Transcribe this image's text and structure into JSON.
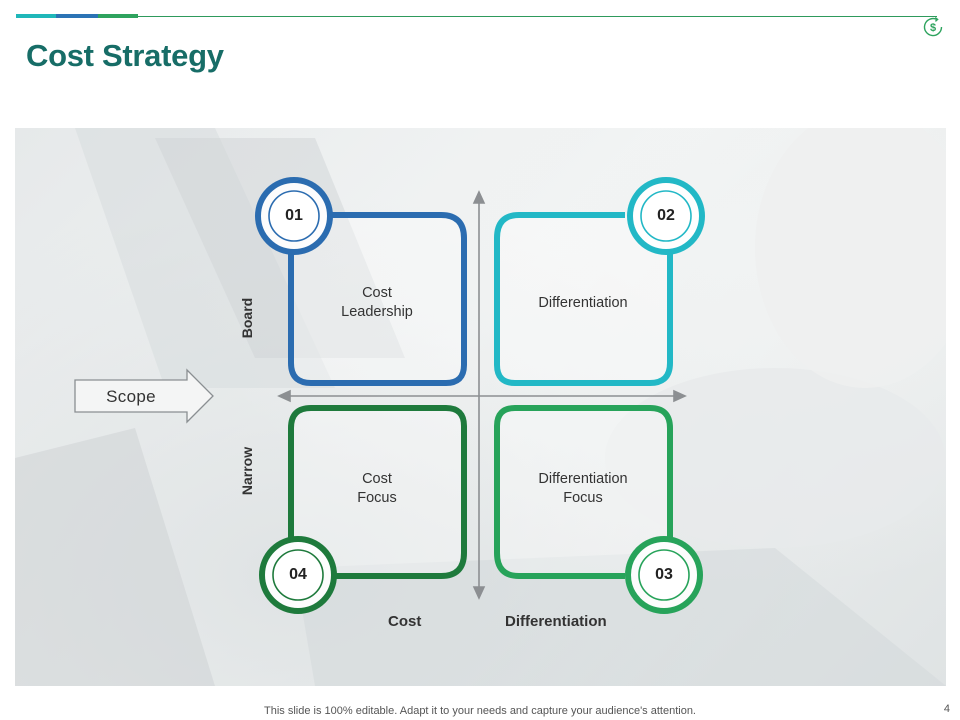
{
  "header": {
    "title": "Cost Strategy",
    "accent_colors": [
      "#1fb7b9",
      "#2b73b5",
      "#2ea35e"
    ],
    "icon": "dollar-cycle-icon",
    "icon_symbol": "$"
  },
  "diagram": {
    "scope_label": "Scope",
    "vertical_axis": {
      "top_label": "Board",
      "bottom_label": "Narrow"
    },
    "horizontal_axis": {
      "left_label": "Cost",
      "right_label": "Differentiation"
    },
    "quadrants": [
      {
        "number": "01",
        "line1": "Cost",
        "line2": "Leadership",
        "color": "#2b6cb0"
      },
      {
        "number": "02",
        "line1": "Differentiation",
        "line2": "",
        "color": "#22b8c6"
      },
      {
        "number": "03",
        "line1": "Differentiation",
        "line2": "Focus",
        "color": "#27a35a"
      },
      {
        "number": "04",
        "line1": "Cost",
        "line2": "Focus",
        "color": "#1e7a3c"
      }
    ]
  },
  "footer": {
    "note": "This slide is 100% editable. Adapt it to your needs and capture your audience's attention.",
    "page_number": "4"
  }
}
